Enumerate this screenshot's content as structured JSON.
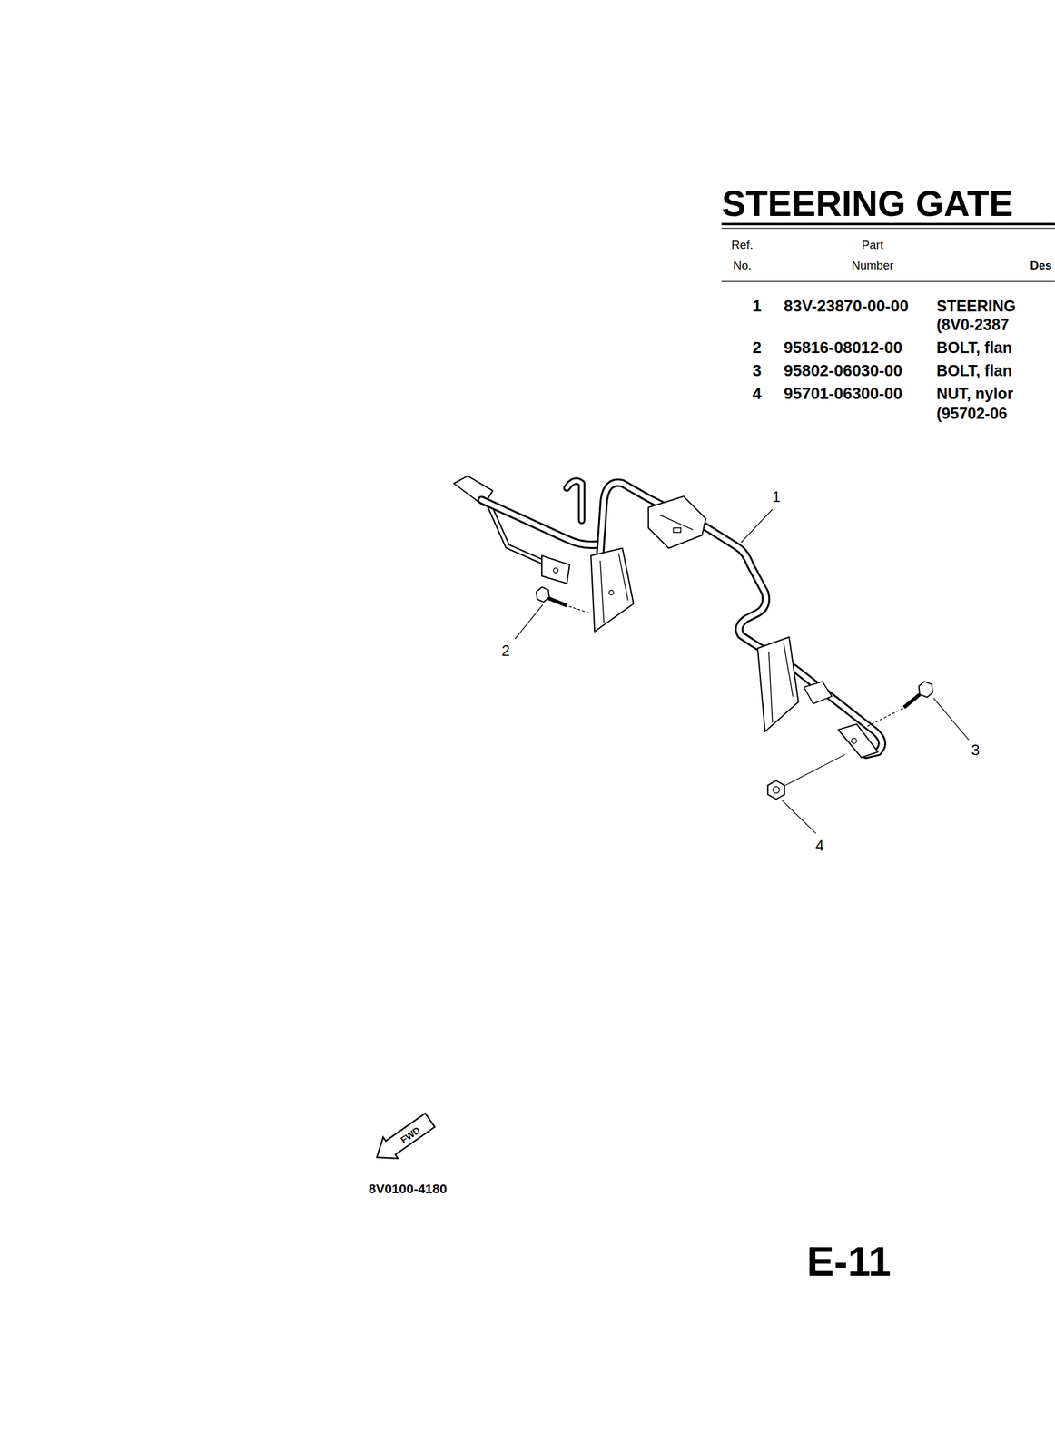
{
  "diagram": {
    "title": "STEERING GATE",
    "labels": [
      "Ref.",
      "No.",
      "Part",
      "Number",
      "Des",
      "1",
      "83V-23870-00-00",
      "STEERING",
      "(8V0-2387",
      "2",
      "95816-08012-00",
      "BOLT, flan",
      "3",
      "95802-06030-00",
      "BOLT, flan",
      "4",
      "95701-06300-00",
      "NUT, nylor",
      "(95702-06",
      "1",
      "2",
      "3",
      "4",
      "FWD",
      "8V0100-4180",
      "E-11"
    ]
  }
}
